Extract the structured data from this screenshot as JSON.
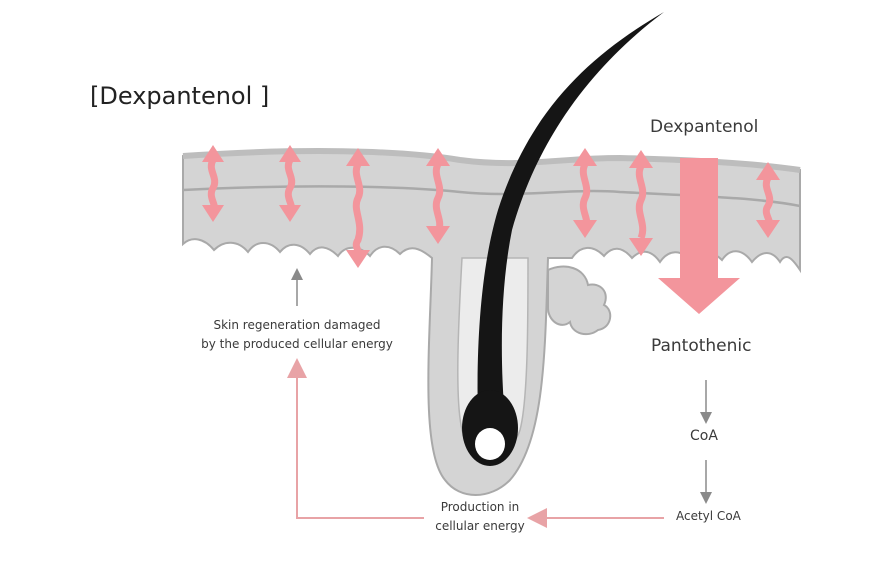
{
  "title": "[Dexpantenol ]",
  "labels": {
    "dexpantenol": "Dexpantenol",
    "pantothenic": "Pantothenic",
    "coa": "CoA",
    "acetyl_coa": "Acetyl CoA",
    "production": [
      "Production in",
      "cellular energy"
    ],
    "skin_regeneration": [
      "Skin regeneration damaged",
      "by the produced cellular energy"
    ]
  },
  "colors": {
    "accent_pink": "#f3959c",
    "arrow_line_pink": "#e8a3a6",
    "skin_gray": "#d4d4d4",
    "skin_line": "#a9a9a9",
    "hair": "#151515",
    "small_arrow_gray": "#8a8a8a",
    "text": "#3a3a3a"
  }
}
